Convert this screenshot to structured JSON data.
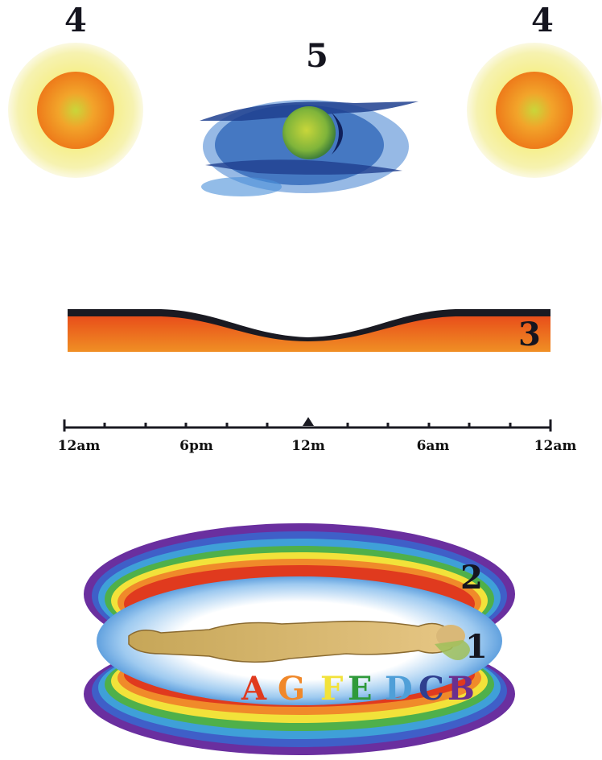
{
  "labels": {
    "sun_left": "4",
    "sun_right": "4",
    "moon": "5",
    "curve": "3",
    "outer_field": "2",
    "inner_field": "1"
  },
  "timeline": {
    "ticks": [
      "12am",
      "6pm",
      "12m",
      "6am",
      "12am"
    ]
  },
  "band_letters": [
    {
      "text": "A",
      "color": "#e03a1e"
    },
    {
      "text": "G",
      "color": "#f0882a"
    },
    {
      "text": "F",
      "color": "#f2e23a"
    },
    {
      "text": "E",
      "color": "#2f9a3a"
    },
    {
      "text": "D",
      "color": "#4f9fd8"
    },
    {
      "text": "C",
      "color": "#2f3f8f"
    },
    {
      "text": "B",
      "color": "#6a2f8f"
    }
  ],
  "colors": {
    "sun_core": "#f08a1e",
    "sun_halo": "#f2ee8a",
    "moon_glow": "#2f6fc0",
    "curve_fill": "#e85a1c",
    "curve_line": "#1a1a22"
  }
}
